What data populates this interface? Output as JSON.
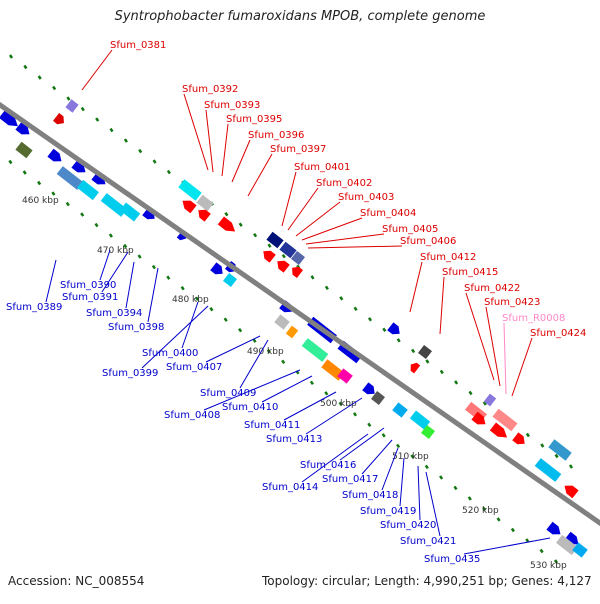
{
  "title": "Syntrophobacter fumaroxidans MPOB, complete genome",
  "accession": "Accession: NC_008554",
  "summary": "Topology: circular; Length: 4,990,251 bp; Genes: 4,127",
  "colors": {
    "backbone": "#808080",
    "top_labels": "#dd0000",
    "bottom_labels": "#0000cc",
    "rna_label": "#ff88c8",
    "tick": "#117711"
  },
  "kbp_labels": [
    "460 kbp",
    "470 kbp",
    "480 kbp",
    "490 kbp",
    "500 kbp",
    "510 kbp",
    "520 kbp",
    "530 kbp"
  ],
  "top_genes": [
    {
      "label": "Sfum_0381",
      "kind": "cds"
    },
    {
      "label": "Sfum_0392",
      "kind": "cds"
    },
    {
      "label": "Sfum_0393",
      "kind": "cds"
    },
    {
      "label": "Sfum_0395",
      "kind": "cds"
    },
    {
      "label": "Sfum_0396",
      "kind": "cds"
    },
    {
      "label": "Sfum_0397",
      "kind": "cds"
    },
    {
      "label": "Sfum_0401",
      "kind": "cds"
    },
    {
      "label": "Sfum_0402",
      "kind": "cds"
    },
    {
      "label": "Sfum_0403",
      "kind": "cds"
    },
    {
      "label": "Sfum_0404",
      "kind": "cds"
    },
    {
      "label": "Sfum_0405",
      "kind": "cds"
    },
    {
      "label": "Sfum_0406",
      "kind": "cds"
    },
    {
      "label": "Sfum_0412",
      "kind": "cds"
    },
    {
      "label": "Sfum_0415",
      "kind": "cds"
    },
    {
      "label": "Sfum_0422",
      "kind": "cds"
    },
    {
      "label": "Sfum_0423",
      "kind": "cds"
    },
    {
      "label": "Sfum_R0008",
      "kind": "rna"
    },
    {
      "label": "Sfum_0424",
      "kind": "cds"
    }
  ],
  "bottom_genes": [
    "Sfum_0390",
    "Sfum_0391",
    "Sfum_0389",
    "Sfum_0394",
    "Sfum_0398",
    "Sfum_0400",
    "Sfum_0399",
    "Sfum_0407",
    "Sfum_0409",
    "Sfum_0408",
    "Sfum_0410",
    "Sfum_0411",
    "Sfum_0413",
    "Sfum_0416",
    "Sfum_0414",
    "Sfum_0417",
    "Sfum_0418",
    "Sfum_0419",
    "Sfum_0420",
    "Sfum_0421",
    "Sfum_0435"
  ]
}
